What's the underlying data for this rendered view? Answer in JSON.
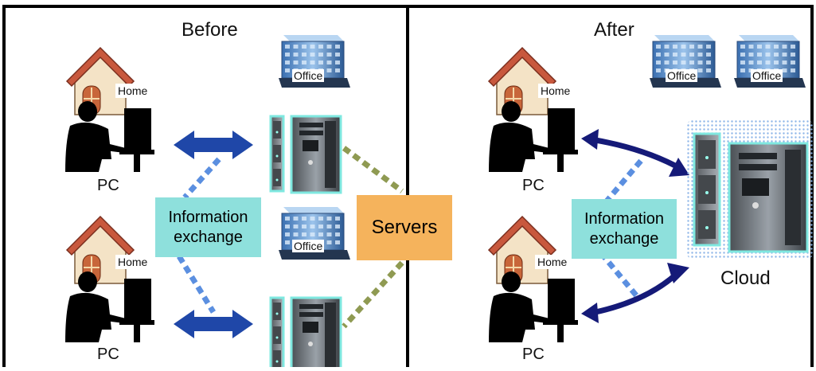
{
  "sections": {
    "before": "Before",
    "after": "After"
  },
  "labels": {
    "home": "Home",
    "office": "Office",
    "pc": "PC",
    "servers": "Servers",
    "cloud": "Cloud",
    "info_exchange_line1": "Information",
    "info_exchange_line2": "exchange"
  },
  "colors": {
    "info_box": "#8ee0dc",
    "servers_box": "#f5b35c",
    "arrow_blue": "#1f47a8",
    "arrow_navy": "#151a78",
    "dotted_blue": "#5b8fe0",
    "dotted_olive": "#8f9a52",
    "roof": "#c8583d",
    "cloud_dots": "#8fb6e8"
  }
}
